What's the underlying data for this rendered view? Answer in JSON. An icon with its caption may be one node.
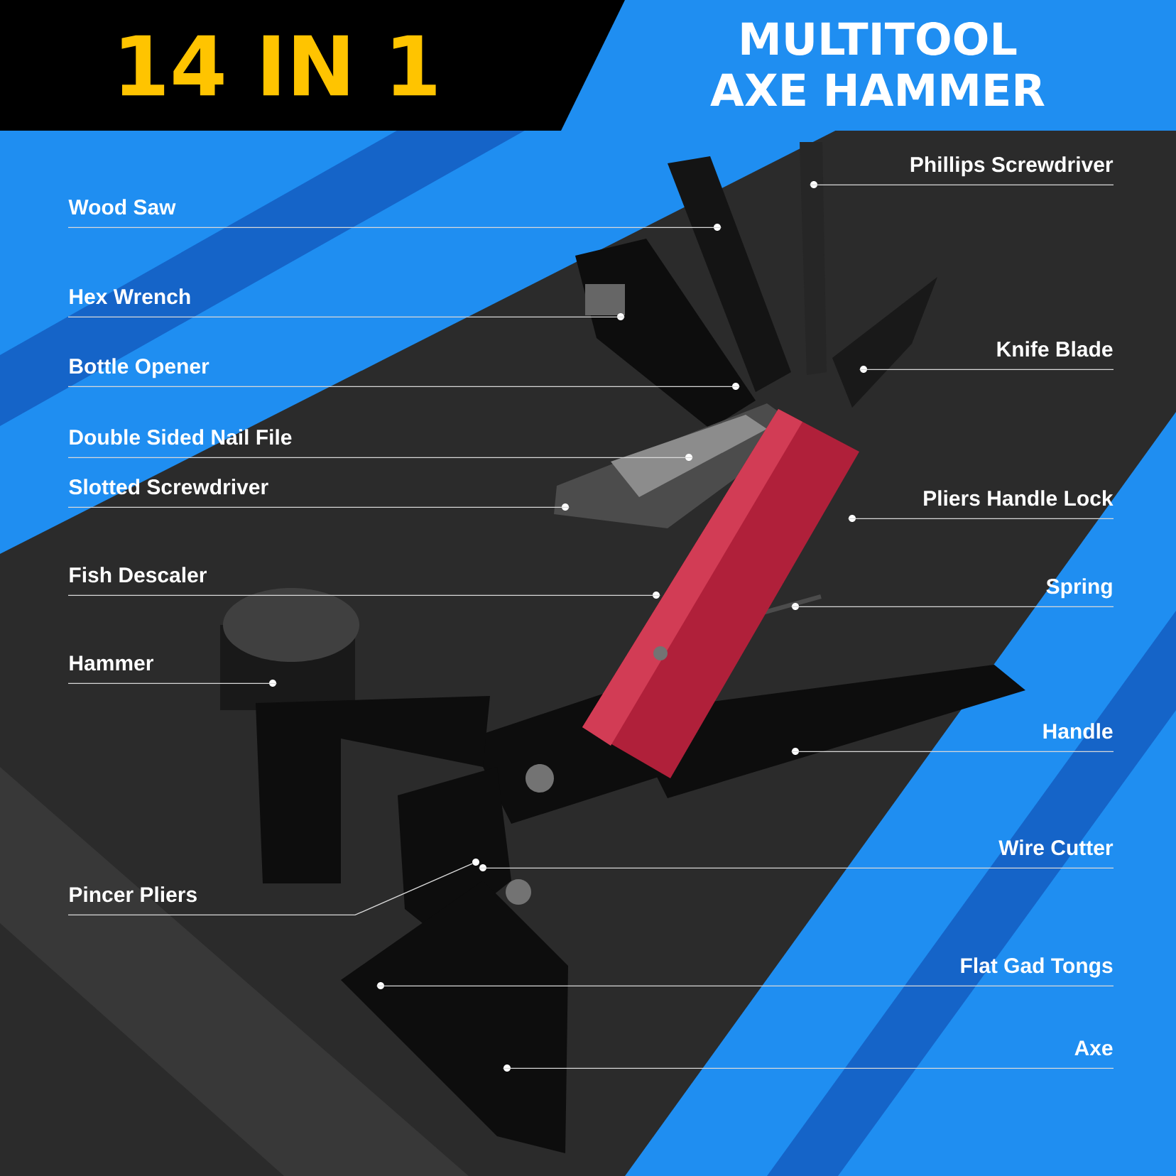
{
  "diagram": {
    "title": "14 IN 1",
    "nodes": [
      {
        "text": [
          "Phillips Screwdriver"
        ]
      },
      {
        "text": [
          "Wood Saw"
        ]
      },
      {
        "text": [
          "Hex Wrench"
        ]
      },
      {
        "text": [
          "Knife Blade"
        ]
      },
      {
        "text": [
          "Bottle Opener"
        ]
      },
      {
        "text": [
          "Double Sided Nail File"
        ]
      },
      {
        "text": [
          "Slotted Screwdriver"
        ]
      },
      {
        "text": [
          "Pliers Handle Lock"
        ]
      },
      {
        "text": [
          "Fish Descaler"
        ]
      },
      {
        "text": [
          "Spring"
        ]
      },
      {
        "text": [
          "Hammer"
        ]
      },
      {
        "text": [
          "Handle"
        ]
      },
      {
        "text": [
          "Wire Cutter"
        ]
      },
      {
        "text": [
          "Pincer Pliers"
        ]
      },
      {
        "text": [
          "Flat Gad Tongs"
        ]
      },
      {
        "text": [
          "Axe"
        ]
      },
      {
        "text": [],
        "shape": "circle"
      },
      {
        "text": [],
        "shape": "circle"
      },
      {
        "text": [],
        "shape": "circle"
      },
      {
        "text": [],
        "shape": "circle"
      },
      {
        "text": [],
        "shape": "circle"
      },
      {
        "text": [],
        "shape": "circle"
      },
      {
        "text": [],
        "shape": "circle"
      },
      {
        "text": [],
        "shape": "circle"
      },
      {
        "text": [],
        "shape": "circle"
      },
      {
        "text": [],
        "shape": "circle"
      },
      {
        "text": [],
        "shape": "circle"
      },
      {
        "text": [],
        "shape": "circle"
      },
      {
        "text": [],
        "shape": "circle"
      },
      {
        "text": [],
        "shape": "circle"
      },
      {
        "text": [],
        "shape": "circle"
      },
      {
        "text": [],
        "shape": "circle"
      }
    ],
    "edges": [
      {
        "from": 0,
        "to": 16,
        "arrow": "none"
      },
      {
        "from": 1,
        "to": 17,
        "arrow": "none"
      },
      {
        "from": 2,
        "to": 18,
        "arrow": "none"
      },
      {
        "from": 3,
        "to": 19,
        "arrow": "none"
      },
      {
        "from": 4,
        "to": 20,
        "arrow": "none"
      },
      {
        "from": 5,
        "to": 21,
        "arrow": "none"
      },
      {
        "from": 6,
        "to": 22,
        "arrow": "none"
      },
      {
        "from": 7,
        "to": 23,
        "arrow": "none"
      },
      {
        "from": 8,
        "to": 24,
        "arrow": "none"
      },
      {
        "from": 9,
        "to": 25,
        "arrow": "none"
      },
      {
        "from": 10,
        "to": 26,
        "arrow": "none"
      },
      {
        "from": 11,
        "to": 27,
        "arrow": "none"
      },
      {
        "from": 12,
        "to": 28,
        "arrow": "none"
      },
      {
        "from": 13,
        "to": 29,
        "arrow": "none"
      },
      {
        "from": 14,
        "to": 30,
        "arrow": "none"
      },
      {
        "from": 15,
        "to": 31,
        "arrow": "none"
      }
    ],
    "labels": [
      "MULTITOOL AXE HAMMER"
    ]
  }
}
